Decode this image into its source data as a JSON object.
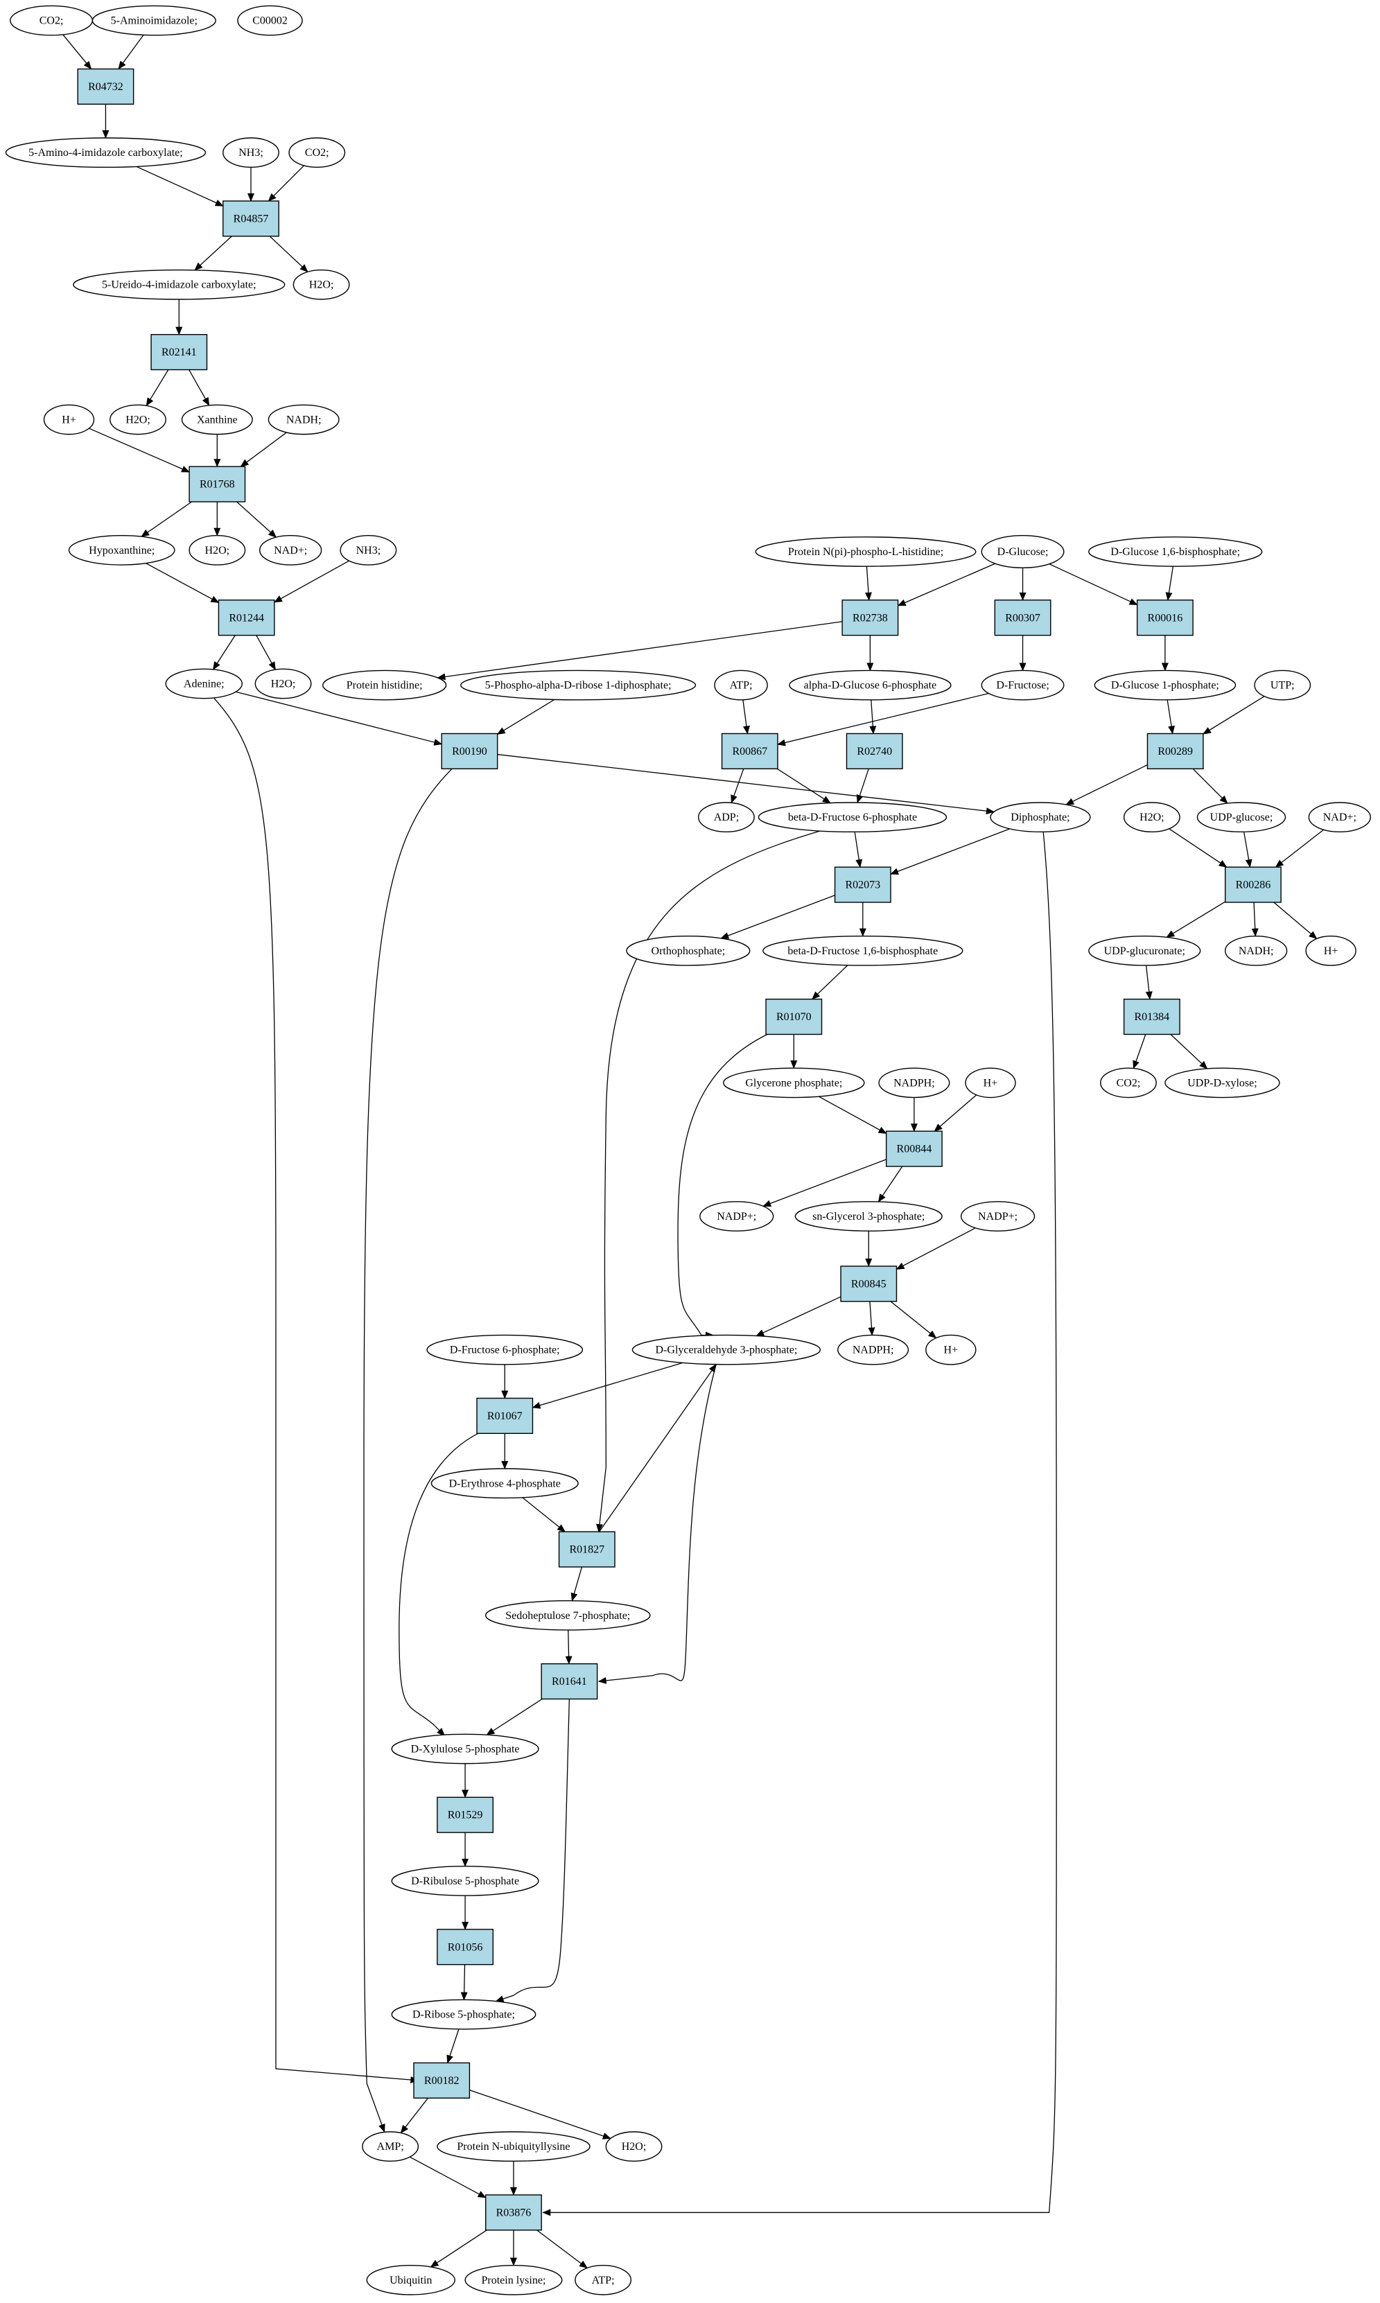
{
  "colors": {
    "reaction_fill": "#add8e6",
    "compound_fill": "#ffffff",
    "highlight_yellow": "#ffff00",
    "highlight_green": "#00ff00"
  },
  "compounds": [
    {
      "id": "c_co2_a",
      "label": "CO2;"
    },
    {
      "id": "c_5ai",
      "label": "5-Aminoimidazole;"
    },
    {
      "id": "c_c00002",
      "label": "C00002",
      "fill": "#ffff00"
    },
    {
      "id": "c_5a4ic",
      "label": "5-Amino-4-imidazole carboxylate;"
    },
    {
      "id": "c_nh3_a",
      "label": "NH3;"
    },
    {
      "id": "c_co2_b",
      "label": "CO2;"
    },
    {
      "id": "c_5u4ic",
      "label": "5-Ureido-4-imidazole carboxylate;"
    },
    {
      "id": "c_h2o_a",
      "label": "H2O;"
    },
    {
      "id": "c_h_a",
      "label": "H+"
    },
    {
      "id": "c_h2o_b",
      "label": "H2O;"
    },
    {
      "id": "c_xanthine",
      "label": "Xanthine"
    },
    {
      "id": "c_nadh_a",
      "label": "NADH;"
    },
    {
      "id": "c_hypox",
      "label": "Hypoxanthine;"
    },
    {
      "id": "c_h2o_c",
      "label": "H2O;"
    },
    {
      "id": "c_nadp_a",
      "label": "NAD+;"
    },
    {
      "id": "c_nh3_b",
      "label": "NH3;"
    },
    {
      "id": "c_adenine",
      "label": "Adenine;"
    },
    {
      "id": "c_h2o_d",
      "label": "H2O;"
    },
    {
      "id": "c_pnphis",
      "label": "Protein N(pi)-phospho-L-histidine;"
    },
    {
      "id": "c_dglucose",
      "label": "D-Glucose;",
      "fill": "#00ff00"
    },
    {
      "id": "c_dg16bp",
      "label": "D-Glucose 1,6-bisphosphate;"
    },
    {
      "id": "c_prothis",
      "label": "Protein histidine;"
    },
    {
      "id": "c_prpp",
      "label": "5-Phospho-alpha-D-ribose 1-diphosphate;"
    },
    {
      "id": "c_atp_a",
      "label": "ATP;"
    },
    {
      "id": "c_adg6p",
      "label": "alpha-D-Glucose 6-phosphate"
    },
    {
      "id": "c_dfru",
      "label": "D-Fructose;"
    },
    {
      "id": "c_dg1p",
      "label": "D-Glucose 1-phosphate;"
    },
    {
      "id": "c_utp",
      "label": "UTP;"
    },
    {
      "id": "c_adp",
      "label": "ADP;"
    },
    {
      "id": "c_bdf6p",
      "label": "beta-D-Fructose 6-phosphate"
    },
    {
      "id": "c_dipho",
      "label": "Diphosphate;"
    },
    {
      "id": "c_h2o_e",
      "label": "H2O;"
    },
    {
      "id": "c_udpglc",
      "label": "UDP-glucose;"
    },
    {
      "id": "c_nadp_b",
      "label": "NAD+;"
    },
    {
      "id": "c_orthop",
      "label": "Orthophosphate;"
    },
    {
      "id": "c_bdf16bp",
      "label": "beta-D-Fructose 1,6-bisphosphate"
    },
    {
      "id": "c_udpglcur",
      "label": "UDP-glucuronate;"
    },
    {
      "id": "c_nadh_b",
      "label": "NADH;"
    },
    {
      "id": "c_h_b",
      "label": "H+"
    },
    {
      "id": "c_glycp",
      "label": "Glycerone phosphate;"
    },
    {
      "id": "c_nadph_a",
      "label": "NADPH;"
    },
    {
      "id": "c_h_c",
      "label": "H+"
    },
    {
      "id": "c_co2_c",
      "label": "CO2;"
    },
    {
      "id": "c_udpxyl",
      "label": "UDP-D-xylose;"
    },
    {
      "id": "c_nadp_c",
      "label": "NADP+;"
    },
    {
      "id": "c_sng3p",
      "label": "sn-Glycerol 3-phosphate;"
    },
    {
      "id": "c_nadp_d",
      "label": "NADP+;"
    },
    {
      "id": "c_df6p",
      "label": "D-Fructose 6-phosphate;"
    },
    {
      "id": "c_dga3p",
      "label": "D-Glyceraldehyde 3-phosphate;"
    },
    {
      "id": "c_nadph_b",
      "label": "NADPH;"
    },
    {
      "id": "c_h_d",
      "label": "H+"
    },
    {
      "id": "c_de4p",
      "label": "D-Erythrose 4-phosphate"
    },
    {
      "id": "c_s7p",
      "label": "Sedoheptulose 7-phosphate;"
    },
    {
      "id": "c_dx5p",
      "label": "D-Xylulose 5-phosphate"
    },
    {
      "id": "c_dru5p",
      "label": "D-Ribulose 5-phosphate"
    },
    {
      "id": "c_dr5p",
      "label": "D-Ribose 5-phosphate;"
    },
    {
      "id": "c_amp",
      "label": "AMP;"
    },
    {
      "id": "c_pnub",
      "label": "Protein N-ubiquityllysine"
    },
    {
      "id": "c_h2o_f",
      "label": "H2O;"
    },
    {
      "id": "c_ubiq",
      "label": "Ubiquitin"
    },
    {
      "id": "c_protlys",
      "label": "Protein lysine;"
    },
    {
      "id": "c_atp_b",
      "label": "ATP;"
    }
  ],
  "reactions": [
    {
      "id": "r04732",
      "label": "R04732"
    },
    {
      "id": "r04857",
      "label": "R04857"
    },
    {
      "id": "r02141",
      "label": "R02141"
    },
    {
      "id": "r01768",
      "label": "R01768"
    },
    {
      "id": "r01244",
      "label": "R01244"
    },
    {
      "id": "r02738",
      "label": "R02738"
    },
    {
      "id": "r00307",
      "label": "R00307"
    },
    {
      "id": "r00016",
      "label": "R00016"
    },
    {
      "id": "r00190",
      "label": "R00190"
    },
    {
      "id": "r00867",
      "label": "R00867"
    },
    {
      "id": "r02740",
      "label": "R02740"
    },
    {
      "id": "r00289",
      "label": "R00289"
    },
    {
      "id": "r02073",
      "label": "R02073"
    },
    {
      "id": "r00286",
      "label": "R00286"
    },
    {
      "id": "r01070",
      "label": "R01070"
    },
    {
      "id": "r01384",
      "label": "R01384"
    },
    {
      "id": "r00844",
      "label": "R00844"
    },
    {
      "id": "r00845",
      "label": "R00845"
    },
    {
      "id": "r01067",
      "label": "R01067"
    },
    {
      "id": "r01827",
      "label": "R01827"
    },
    {
      "id": "r01641",
      "label": "R01641"
    },
    {
      "id": "r01529",
      "label": "R01529"
    },
    {
      "id": "r01056",
      "label": "R01056"
    },
    {
      "id": "r00182",
      "label": "R00182"
    },
    {
      "id": "r03876",
      "label": "R03876"
    }
  ],
  "edges": [
    [
      "c_co2_a",
      "r04732"
    ],
    [
      "c_5ai",
      "r04732"
    ],
    [
      "r04732",
      "c_5a4ic"
    ],
    [
      "c_5a4ic",
      "r04857"
    ],
    [
      "c_nh3_a",
      "r04857"
    ],
    [
      "c_co2_b",
      "r04857"
    ],
    [
      "r04857",
      "c_5u4ic"
    ],
    [
      "r04857",
      "c_h2o_a"
    ],
    [
      "c_5u4ic",
      "r02141"
    ],
    [
      "r02141",
      "c_h2o_b"
    ],
    [
      "r02141",
      "c_xanthine"
    ],
    [
      "c_h_a",
      "r01768"
    ],
    [
      "c_xanthine",
      "r01768"
    ],
    [
      "c_nadh_a",
      "r01768"
    ],
    [
      "r01768",
      "c_hypox"
    ],
    [
      "r01768",
      "c_h2o_c"
    ],
    [
      "r01768",
      "c_nadp_a"
    ],
    [
      "c_hypox",
      "r01244"
    ],
    [
      "c_nh3_b",
      "r01244"
    ],
    [
      "r01244",
      "c_adenine"
    ],
    [
      "r01244",
      "c_h2o_d"
    ],
    [
      "c_pnphis",
      "r02738"
    ],
    [
      "c_dglucose",
      "r02738"
    ],
    [
      "c_dglucose",
      "r00307"
    ],
    [
      "c_dglucose",
      "r00016"
    ],
    [
      "c_dg16bp",
      "r00016"
    ],
    [
      "r02738",
      "c_prothis"
    ],
    [
      "r02738",
      "c_adg6p"
    ],
    [
      "r00307",
      "c_dfru"
    ],
    [
      "r00016",
      "c_dg1p"
    ],
    [
      "c_adenine",
      "r00190"
    ],
    [
      "c_prpp",
      "r00190"
    ],
    [
      "c_atp_a",
      "r00867"
    ],
    [
      "c_dfru",
      "r00867"
    ],
    [
      "c_adg6p",
      "r02740"
    ],
    [
      "c_dg1p",
      "r00289"
    ],
    [
      "c_utp",
      "r00289"
    ],
    [
      "r00867",
      "c_adp"
    ],
    [
      "r00867",
      "c_bdf6p"
    ],
    [
      "r02740",
      "c_bdf6p"
    ],
    [
      "r00190",
      "c_dipho"
    ],
    [
      "r00289",
      "c_dipho"
    ],
    [
      "r00289",
      "c_udpglc"
    ],
    [
      "c_bdf6p",
      "r02073"
    ],
    [
      "c_dipho",
      "r02073"
    ],
    [
      "c_h2o_e",
      "r00286"
    ],
    [
      "c_udpglc",
      "r00286"
    ],
    [
      "c_nadp_b",
      "r00286"
    ],
    [
      "r02073",
      "c_orthop"
    ],
    [
      "r02073",
      "c_bdf16bp"
    ],
    [
      "r00286",
      "c_udpglcur"
    ],
    [
      "r00286",
      "c_nadh_b"
    ],
    [
      "r00286",
      "c_h_b"
    ],
    [
      "c_bdf16bp",
      "r01070"
    ],
    [
      "r01070",
      "c_glycp"
    ],
    [
      "c_udpglcur",
      "r01384"
    ],
    [
      "r01384",
      "c_co2_c"
    ],
    [
      "r01384",
      "c_udpxyl"
    ],
    [
      "c_glycp",
      "r00844"
    ],
    [
      "c_nadph_a",
      "r00844"
    ],
    [
      "c_h_c",
      "r00844"
    ],
    [
      "r00844",
      "c_sng3p"
    ],
    [
      "r00844",
      "c_nadp_c"
    ],
    [
      "c_nadp_d",
      "r00845"
    ],
    [
      "c_sng3p",
      "r00845"
    ],
    [
      "r00845",
      "c_dga3p"
    ],
    [
      "r00845",
      "c_nadph_b"
    ],
    [
      "r00845",
      "c_h_d"
    ],
    [
      "c_df6p",
      "r01067"
    ],
    [
      "c_dga3p",
      "r01067"
    ],
    [
      "r01067",
      "c_de4p"
    ],
    [
      "c_de4p",
      "r01827"
    ],
    [
      "r01827",
      "c_dga3p"
    ],
    [
      "r01827",
      "c_s7p"
    ],
    [
      "c_s7p",
      "r01641"
    ],
    [
      "r01641",
      "c_dx5p"
    ],
    [
      "c_dx5p",
      "r01529"
    ],
    [
      "r01529",
      "c_dru5p"
    ],
    [
      "c_dru5p",
      "r01056"
    ],
    [
      "r01056",
      "c_dr5p"
    ],
    [
      "c_dr5p",
      "r00182"
    ],
    [
      "r00182",
      "c_amp"
    ],
    [
      "r00182",
      "c_h2o_f"
    ],
    [
      "c_amp",
      "r03876"
    ],
    [
      "c_pnub",
      "r03876"
    ],
    [
      "r03876",
      "c_ubiq"
    ],
    [
      "r03876",
      "c_protlys"
    ],
    [
      "r03876",
      "c_atp_b"
    ]
  ],
  "curved_edges": [
    [
      "c_adenine",
      "r00182"
    ],
    [
      "r00190",
      "c_amp"
    ],
    [
      "c_dipho",
      "r03876"
    ],
    [
      "c_bdf6p",
      "r01827"
    ],
    [
      "r01070",
      "c_dga3p"
    ],
    [
      "c_dga3p",
      "r01641"
    ],
    [
      "r01067",
      "c_dx5p"
    ],
    [
      "r01641",
      "c_dr5p"
    ]
  ]
}
